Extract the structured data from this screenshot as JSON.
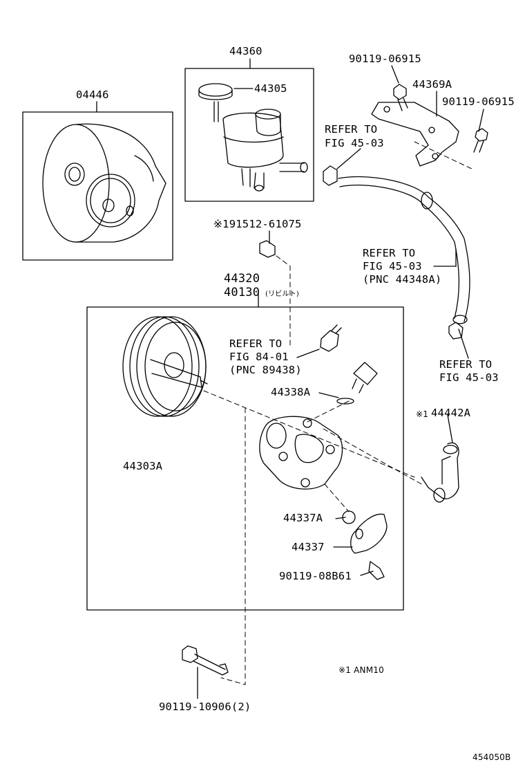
{
  "labels": {
    "p44360": "44360",
    "p04446": "04446",
    "p44305": "44305",
    "b90119_06915_top": "90119-06915",
    "p44369A": "44369A",
    "b90119_06915_right": "90119-06915",
    "ref1_l1": "REFER TO",
    "ref1_l2": "FIG 45-03",
    "sp191512": "※191512-61075",
    "ref2_l1": "REFER TO",
    "ref2_l2": "FIG 45-03",
    "ref2_l3": "(PNC 44348A)",
    "p44320": "44320",
    "p40130": "40130",
    "p40130_note": "(リビルト)",
    "ref3_l1": "REFER TO",
    "ref3_l2": "FIG 84-01",
    "ref3_l3": "(PNC 89438)",
    "ref4_l1": "REFER TO",
    "ref4_l2": "FIG 45-03",
    "p44338A": "44338A",
    "p44442A_mark": "※1",
    "p44442A": "44442A",
    "p44303A": "44303A",
    "p44337A": "44337A",
    "p44337": "44337",
    "b90119_08B61": "90119-08B61",
    "b90119_10906": "90119-10906(2)",
    "note_anm": "※1 ANM10",
    "fig_code": "454050B"
  }
}
